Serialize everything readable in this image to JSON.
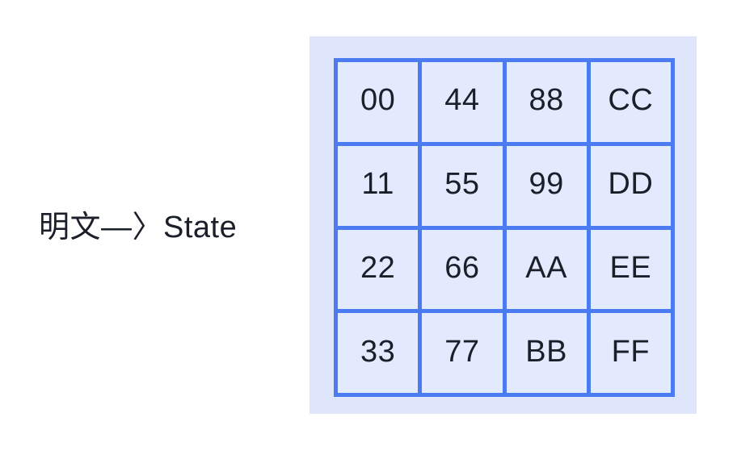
{
  "figure": {
    "caption": "明文—〉State",
    "background_color": "#ffffff",
    "panel_color": "#dfe6fb",
    "cell_color": "#e4eafd",
    "grid_line_color": "#4a7bf0",
    "text_color": "#1b1f2a"
  },
  "state_matrix": {
    "rows": 4,
    "columns": 4,
    "cells": [
      [
        "00",
        "44",
        "88",
        "CC"
      ],
      [
        "11",
        "55",
        "99",
        "DD"
      ],
      [
        "22",
        "66",
        "AA",
        "EE"
      ],
      [
        "33",
        "77",
        "BB",
        "FF"
      ]
    ],
    "flat": [
      "00",
      "44",
      "88",
      "CC",
      "11",
      "55",
      "99",
      "DD",
      "22",
      "66",
      "AA",
      "EE",
      "33",
      "77",
      "BB",
      "FF"
    ]
  }
}
